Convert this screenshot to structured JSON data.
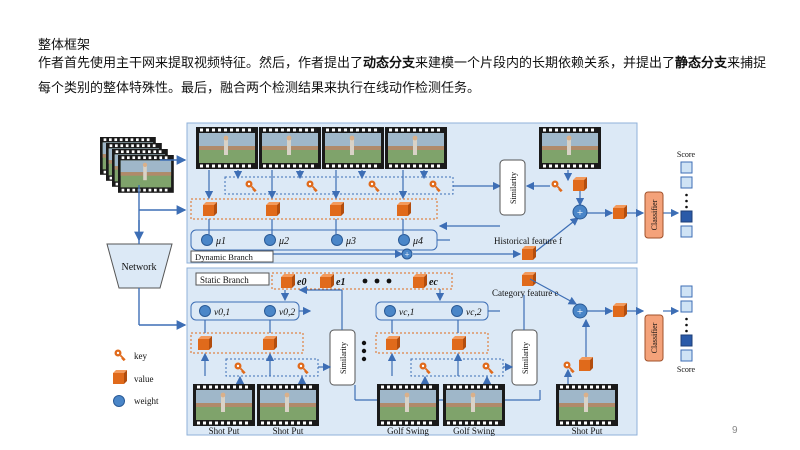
{
  "slide": {
    "heading": "整体框架",
    "line1": {
      "t1": "作者首先使用主干网来提取视频特征。然后，作者提出了",
      "b1": "动态分支",
      "t2": "来建模一个片段内的长期依赖关系，并提出了",
      "b2": "静态分支",
      "t3": "来捕捉"
    },
    "line2": "每个类别的整体特殊性。最后，融合两个检测结果来执行在线动作检测任务。",
    "page_number": "9"
  },
  "diagram": {
    "network_label": "Network",
    "dynamic_branch_label": "Dynamic Branch",
    "static_branch_label": "Static Branch",
    "similarity_label": "Similarity",
    "classifier_label": "Classifier",
    "score_label": "Score",
    "historical_feature_label": "Historical feature f",
    "category_feature_label": "Category feature e",
    "mu_labels": [
      "μ1",
      "μ2",
      "μ3",
      "μ4"
    ],
    "v_labels": [
      "v0,1",
      "v0,2",
      "vc,1",
      "vc,2"
    ],
    "e_labels": [
      "e0",
      "e1",
      "ec"
    ],
    "frame_labels": [
      "Shot Put",
      "Shot Put",
      "Golf Swing",
      "Golf Swing",
      "Shot Put"
    ],
    "legend": {
      "key": "key",
      "value": "value",
      "weight": "weight"
    },
    "colors": {
      "panel": "#dce9f6",
      "panel_border": "#8fb1d9",
      "value_cube": "#e06a1b",
      "weight_circle": "#4a86c8",
      "classifier": "#f4a27a",
      "arrow": "#3d6eb5"
    }
  }
}
